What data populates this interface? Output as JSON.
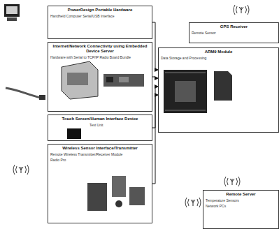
{
  "diagram": {
    "nodes": [
      {
        "text": [
          "PowerDesign Portable Hardware",
          "Handheld Computer Serial/USB Interface"
        ]
      },
      {
        "text": [
          "Internet/Network Connectivity using Embedded Device Server",
          "Hardware with Serial to TCP/IP Radio Board Bundle"
        ]
      },
      {
        "text": [
          "Touch Screen/Human Interface Device",
          "Test Unit"
        ]
      },
      {
        "text": [
          "Wireless Sensor Interface/Transmitter",
          "Remote Wireless Transmitter/Receiver Module",
          "Radio Pro"
        ]
      },
      {
        "text": [
          "ARM9 Module",
          "Data Storage and Processing"
        ]
      },
      {
        "text": [
          "GPS Receiver",
          "Remote Sensor"
        ]
      },
      {
        "text": [
          "Remote Server",
          "Temperature Sensors",
          "Network PCs"
        ]
      }
    ],
    "edges": [
      {
        "from": 0,
        "to": 4,
        "arrow": "to"
      },
      {
        "from": 1,
        "to": 4,
        "arrow": "to"
      },
      {
        "from": 2,
        "to": 4,
        "arrow": "to"
      },
      {
        "from": 3,
        "to": 4,
        "arrow": "to"
      }
    ]
  }
}
